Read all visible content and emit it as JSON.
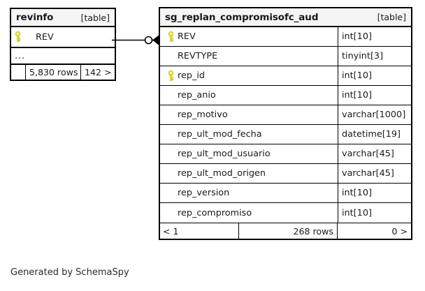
{
  "diagram": {
    "caption": "Generated by SchemaSpy",
    "accent_key_color": "#e8e83a",
    "header_bg": "#f5f5f5",
    "border_color": "#000000"
  },
  "tables": [
    {
      "name": "revinfo",
      "kind": "[table]",
      "columns": [
        {
          "name": "REV",
          "is_key": true,
          "key_icon": "primary-key-icon",
          "type": ""
        }
      ],
      "truncated_indicator": "...",
      "footer": {
        "blank": "",
        "rows_label": "5,830 rows",
        "next_label": "142 >"
      }
    },
    {
      "name": "sg_replan_compromisofc_aud",
      "kind": "[table]",
      "columns": [
        {
          "name": "REV",
          "is_key": true,
          "key_icon": "primary-key-icon",
          "type": "int[10]"
        },
        {
          "name": "REVTYPE",
          "is_key": false,
          "key_icon": "",
          "type": "tinyint[3]"
        },
        {
          "name": "rep_id",
          "is_key": true,
          "key_icon": "primary-key-icon",
          "type": "int[10]"
        },
        {
          "name": "rep_anio",
          "is_key": false,
          "key_icon": "",
          "type": "int[10]"
        },
        {
          "name": "rep_motivo",
          "is_key": false,
          "key_icon": "",
          "type": "varchar[1000]"
        },
        {
          "name": "rep_ult_mod_fecha",
          "is_key": false,
          "key_icon": "",
          "type": "datetime[19]"
        },
        {
          "name": "rep_ult_mod_usuario",
          "is_key": false,
          "key_icon": "",
          "type": "varchar[45]"
        },
        {
          "name": "rep_ult_mod_origen",
          "is_key": false,
          "key_icon": "",
          "type": "varchar[45]"
        },
        {
          "name": "rep_version",
          "is_key": false,
          "key_icon": "",
          "type": "int[10]"
        },
        {
          "name": "rep_compromiso",
          "is_key": false,
          "key_icon": "",
          "type": "int[10]"
        }
      ],
      "footer": {
        "prev_label": "< 1",
        "rows_label": "268 rows",
        "next_label": "0 >"
      }
    }
  ],
  "relationship": {
    "from_table": "revinfo",
    "from_column": "REV",
    "to_table": "sg_replan_compromisofc_aud",
    "to_column": "REV",
    "source_cardinality": "zero-or-one",
    "target_cardinality": "many",
    "notation": "crows-foot"
  }
}
